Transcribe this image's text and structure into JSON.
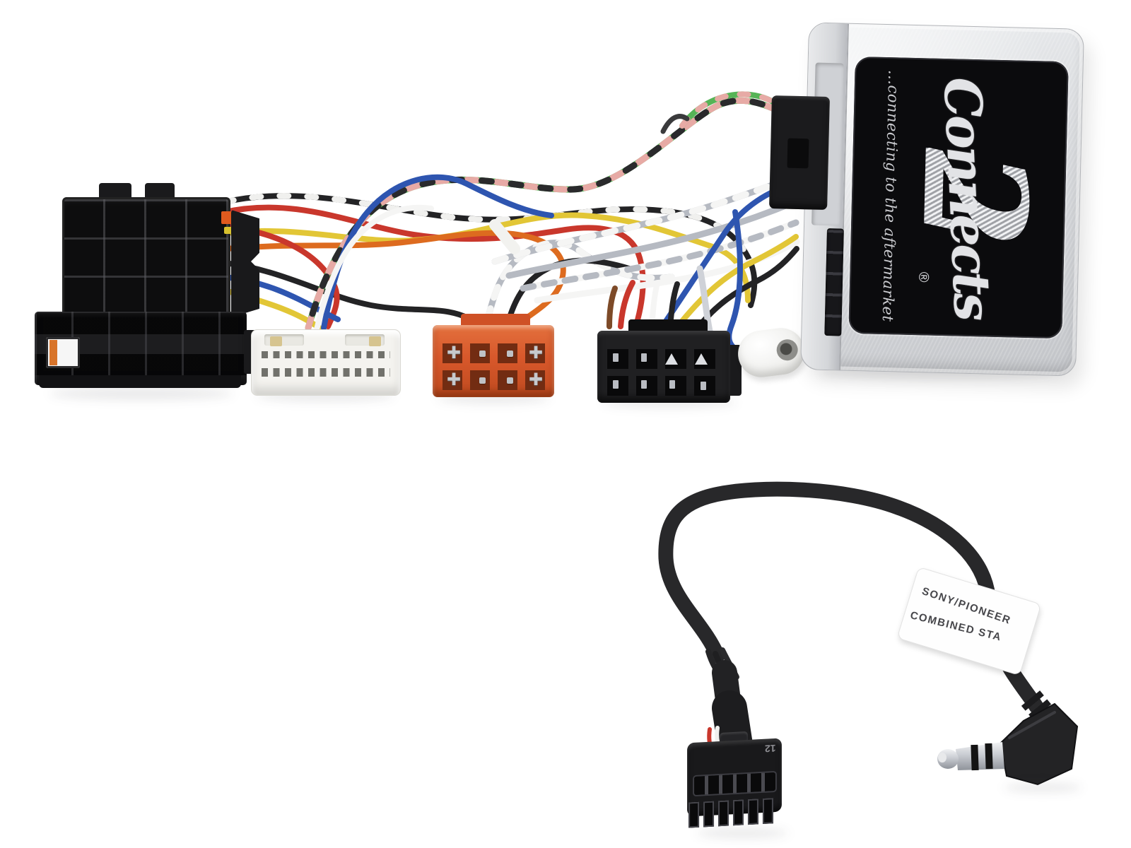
{
  "css_vars": {
    "--bg": "#ffffff",
    "--box-label-bg": "#0b0b0d",
    "--logo-color": "#e2e3e6",
    "--tagline-color": "#cbccd0",
    "--white-conn-color": "#f4f3ef",
    "--patch-label-bg": "#fefefe",
    "--patch-label-text": "#47474b"
  },
  "interface_box": {
    "logo_text": "Connects",
    "logo_numeral": "2",
    "registered_mark": "®",
    "tagline": "...connecting to the aftermarket",
    "body_color": "#d8dadd",
    "label_bg_color": "#0b0b0d"
  },
  "patch_lead": {
    "label_line1": "SONY/PIONEER",
    "label_line2": "COMBINED STA",
    "connector_marking": "12",
    "cable_color": "#28282a",
    "jack_tip_color": "#c9ccd2"
  },
  "connectors": {
    "quadlock_color": "#141416",
    "quadlock_accent_pin": "#e05a1e",
    "white_20pin_color": "#f4f3ef",
    "orange_iso_color": "#d8582b",
    "black_iso_color": "#202022",
    "jack_socket_color": "#f1f1ef"
  },
  "wire_colors": {
    "red": "#c9372c",
    "black": "#232325",
    "yellow": "#e2c636",
    "orange": "#dd6b1f",
    "blue": "#2e55b0",
    "green": "#56b456",
    "pink": "#e7aaa5",
    "white": "#f5f5f4",
    "gray": "#b6bac2",
    "brown": "#7d4a28"
  }
}
